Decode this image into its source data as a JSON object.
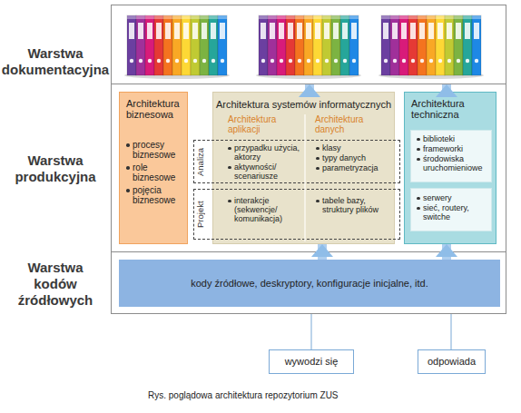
{
  "diagram": {
    "caption": "Rys. poglądowa architektura repozytorium ZUS",
    "nodes": [
      {
        "text": [
          "Warstwa dokumentacyjna"
        ]
      },
      {
        "text": [
          "Warstwa produkcyjna"
        ]
      },
      {
        "text": [
          "Architektura biznesowa",
          "procesy biznesowe",
          "role biznesowe",
          "pojęcia biznesowe"
        ],
        "in": 1
      },
      {
        "text": [
          "Architektura systemów informatycznych",
          "Architektura aplikacji",
          "Architektura danych"
        ],
        "in": 1
      },
      {
        "text": [
          "Analiza",
          "przypadku użycia, aktorzy",
          "aktywności/ scenariusze",
          "klasy",
          "typy danych",
          "parametryzacja"
        ],
        "in": 1
      },
      {
        "text": [
          "Projekt",
          "interakcje (sekwencje/ komunikacja)",
          "tabele bazy, struktury plików"
        ],
        "in": 1
      },
      {
        "text": [
          "Architektura techniczna"
        ],
        "in": 1
      },
      {
        "text": [
          "biblioteki",
          "frameworki",
          "środowiska uruchomieniowe"
        ],
        "in": 6
      },
      {
        "text": [
          "serwery",
          "sieć, routery, switche"
        ],
        "in": 6
      },
      {
        "text": [
          "Warstwa kodów źródłowych"
        ]
      },
      {
        "text": [
          "kody źródłowe, deskryptory, konfiguracje inicjalne, itd."
        ],
        "in": 9
      },
      {
        "text": [
          "wywodzi się"
        ]
      },
      {
        "text": [
          "odpowiada"
        ]
      }
    ],
    "edges": [
      {
        "from": 3,
        "to": 0,
        "arrow": "to"
      },
      {
        "from": 6,
        "to": 0,
        "arrow": "to"
      },
      {
        "from": 10,
        "to": 3,
        "arrow": "to"
      },
      {
        "from": 10,
        "to": 6,
        "arrow": "to"
      }
    ]
  }
}
